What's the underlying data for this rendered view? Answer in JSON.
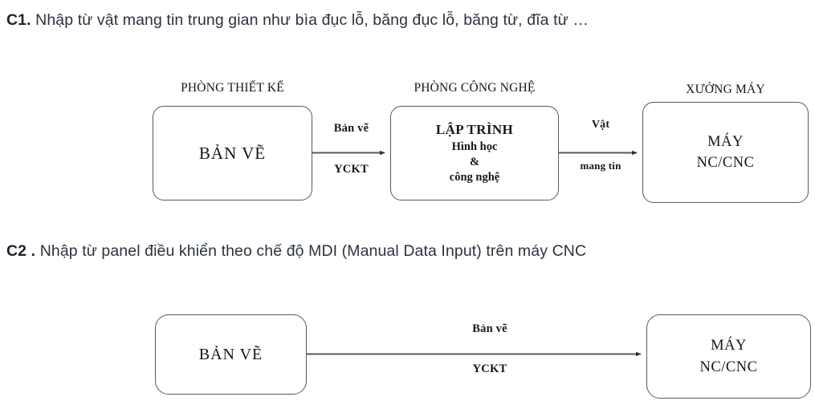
{
  "sections": [
    {
      "tag": "C1.",
      "text": " Nhập từ vật mang tin trung gian như bìa đục lỗ, băng đục lỗ, băng từ, đĩa từ …"
    },
    {
      "tag": "C2 .",
      "text": " Nhập từ panel điều khiển theo chế độ MDI (Manual Data Input) trên máy CNC"
    }
  ],
  "diagram1": {
    "titles": {
      "design": "PHÒNG THIẾT KẾ",
      "technology": "PHÒNG CÔNG NGHỆ",
      "workshop": "XƯỞNG MÁY"
    },
    "nodes": {
      "drawing": "BẢN VẼ",
      "programming_l1": "LẬP TRÌNH",
      "programming_l2": "Hình học",
      "programming_l3": "&",
      "programming_l4": "công nghệ",
      "machine_l1": "MÁY",
      "machine_l2": "NC/CNC"
    },
    "edges": {
      "e1_top": "Bản vẽ",
      "e1_bottom": "YCKT",
      "e2_top": "Vật",
      "e2_bottom": "mang tin"
    }
  },
  "diagram2": {
    "nodes": {
      "drawing": "BẢN VẼ",
      "machine_l1": "MÁY",
      "machine_l2": "NC/CNC"
    },
    "edges": {
      "e1_top": "Bản vẽ",
      "e1_bottom": "YCKT"
    }
  },
  "colors": {
    "heading_text": "#2b3240",
    "node_border": "#555a62",
    "diagram_text": "#15171f",
    "background": "#ffffff"
  }
}
